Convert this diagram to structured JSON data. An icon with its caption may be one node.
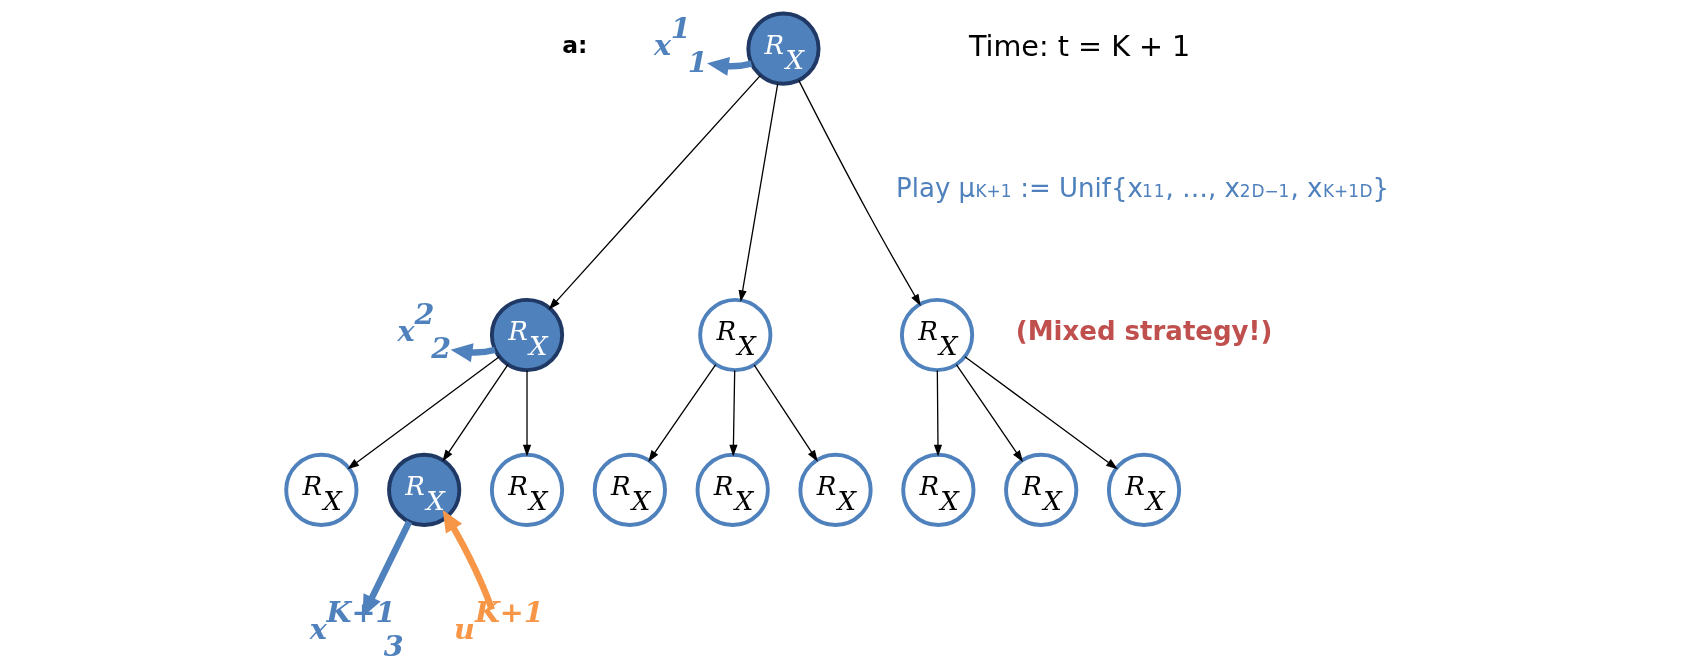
{
  "diagram": {
    "nodes": [
      {
        "text": [
          "R$_{X}$"
        ]
      },
      {
        "text": [
          "R$_{X}$"
        ]
      },
      {
        "text": [
          "R$_{X}$"
        ]
      },
      {
        "text": [
          "R$_{X}$"
        ]
      },
      {
        "text": [
          "R$_{X}$"
        ]
      },
      {
        "text": [
          "R$_{X}$"
        ]
      },
      {
        "text": [
          "R$_{X}$"
        ]
      },
      {
        "text": [
          "R$_{X}$"
        ]
      },
      {
        "text": [
          "R$_{X}$"
        ]
      },
      {
        "text": [
          "R$_{X}$"
        ]
      },
      {
        "text": [
          "R$_{X}$"
        ]
      },
      {
        "text": [
          "R$_{X}$"
        ]
      },
      {
        "text": [
          "R$_{X}$"
        ]
      },
      {
        "text": [
          "x$^{1}$$_{1}$"
        ]
      },
      {
        "text": [
          "x$^{2}$$_{2}$"
        ]
      },
      {
        "text": [
          "x$^{K+1}$$_{3}$"
        ]
      },
      {
        "text": [
          "u$^{K+1}$"
        ]
      }
    ],
    "edges": [
      {
        "from": 0,
        "to": 1,
        "arrow": "to"
      },
      {
        "from": 0,
        "to": 2,
        "arrow": "to"
      },
      {
        "from": 0,
        "to": 3,
        "arrow": "to"
      },
      {
        "from": 1,
        "to": 4,
        "arrow": "to"
      },
      {
        "from": 1,
        "to": 5,
        "arrow": "to"
      },
      {
        "from": 1,
        "to": 6,
        "arrow": "to"
      },
      {
        "from": 2,
        "to": 7,
        "arrow": "to"
      },
      {
        "from": 2,
        "to": 8,
        "arrow": "to"
      },
      {
        "from": 2,
        "to": 9,
        "arrow": "to"
      },
      {
        "from": 3,
        "to": 10,
        "arrow": "to"
      },
      {
        "from": 3,
        "to": 11,
        "arrow": "to"
      },
      {
        "from": 3,
        "to": 12,
        "arrow": "to"
      },
      {
        "from": 0,
        "to": 13,
        "arrow": "to",
        "style": "thick",
        "color": "#4f81bd"
      },
      {
        "from": 1,
        "to": 14,
        "arrow": "to",
        "style": "thick",
        "color": "#4f81bd"
      },
      {
        "from": 5,
        "to": 15,
        "arrow": "to",
        "style": "thick",
        "color": "#4f81bd"
      },
      {
        "from": 16,
        "to": 5,
        "arrow": "to",
        "style": "thick",
        "color": "#f79646"
      }
    ],
    "labels": [
      "a:",
      "Time: t = K + 1",
      "Play μ$^{K+1}$ := Unif{x$^{1}$$_{1}$, …, x$^{2}$$_{D−1}$, x$^{K+1}$$_{D}$}",
      "(Mixed strategy!)"
    ]
  }
}
